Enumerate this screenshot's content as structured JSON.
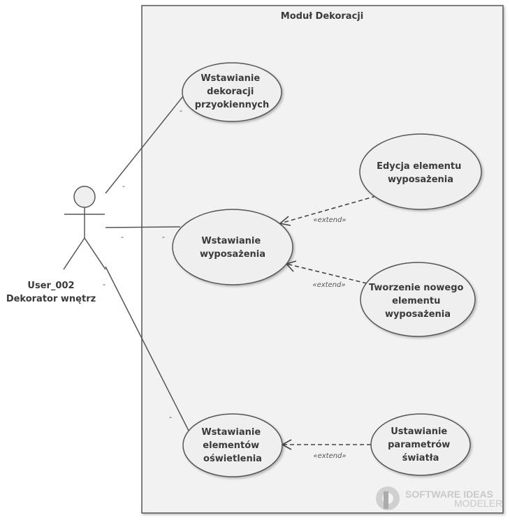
{
  "system": {
    "title": "Moduł Dekoracji"
  },
  "actor": {
    "line1": "User_002",
    "line2": "Dekorator wnętrz"
  },
  "use_cases": {
    "dekoracje": [
      "Wstawianie",
      "dekoracji",
      "przyokiennych"
    ],
    "wyposazenie": [
      "Wstawianie",
      "wyposażenia"
    ],
    "edycja": [
      "Edycja elementu",
      "wyposażenia"
    ],
    "tworzenie": [
      "Tworzenie nowego",
      "elementu",
      "wyposażenia"
    ],
    "oswietlenie": [
      "Wstawianie",
      "elementów",
      "oświetlenia"
    ],
    "swiatlo": [
      "Ustawianie",
      "parametrów",
      "światła"
    ]
  },
  "relations": {
    "extend_label": "«extend»",
    "multiplicity": "-"
  },
  "watermark": {
    "line1": "SOFTWARE IDEAS",
    "line2": "MODELER"
  }
}
